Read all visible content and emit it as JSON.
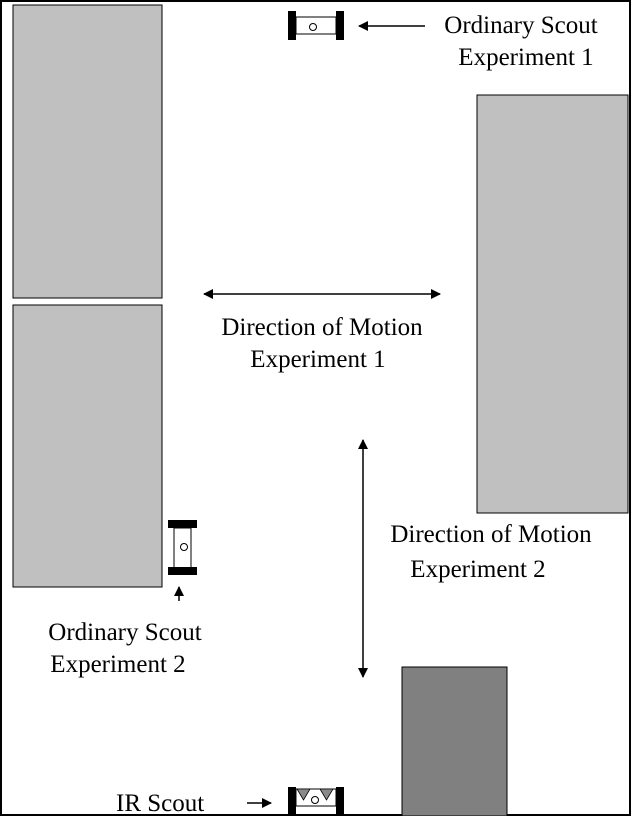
{
  "colors": {
    "obstacle_light": "#c0c0c0",
    "obstacle_dark": "#808080",
    "ir_sensor": "#8a8a8a",
    "outline": "#000000",
    "background": "#ffffff"
  },
  "labels": {
    "scout1_line1": "Ordinary Scout",
    "scout1_line2": "Experiment 1",
    "motion1_line1": "Direction of Motion",
    "motion1_line2": "Experiment 1",
    "motion2_line1": "Direction of Motion",
    "motion2_line2": "Experiment 2",
    "scout2_line1": "Ordinary Scout",
    "scout2_line2": "Experiment 2",
    "ir_scout": "IR Scout"
  }
}
